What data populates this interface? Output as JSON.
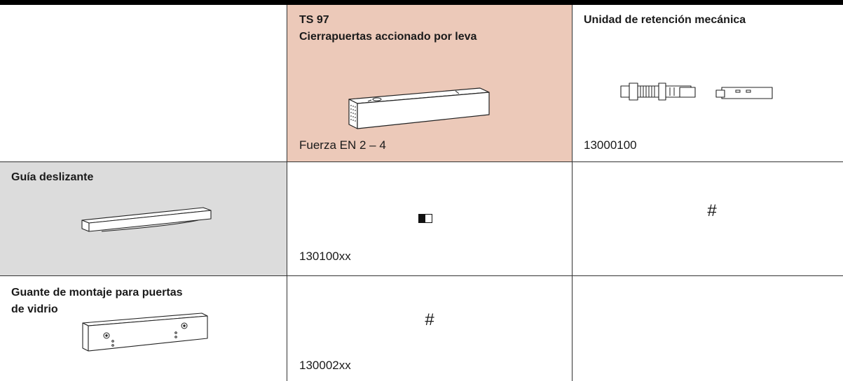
{
  "header": {
    "ts97_title_line1": "TS 97",
    "ts97_title_line2": "Cierrapuertas accionado por leva",
    "ts97_value": "Fuerza EN 2 – 4",
    "hold_open_title": "Unidad de retención mecánica",
    "hold_open_value": "13000100"
  },
  "rows": [
    {
      "label": "Guía deslizante",
      "ts97_value": "130100xx",
      "ts97_symbol": "half-filled-rectangle",
      "hold_open_symbol": "#"
    },
    {
      "label_line1": "Guante de montaje para puertas",
      "label_line2": "de vidrio",
      "ts97_symbol": "#",
      "ts97_value": "130002xx"
    }
  ],
  "colors": {
    "highlight_column": "#ecc9b9",
    "highlight_row_header": "#dcdcdc",
    "grid_line": "#333333",
    "top_bar": "#000000"
  }
}
